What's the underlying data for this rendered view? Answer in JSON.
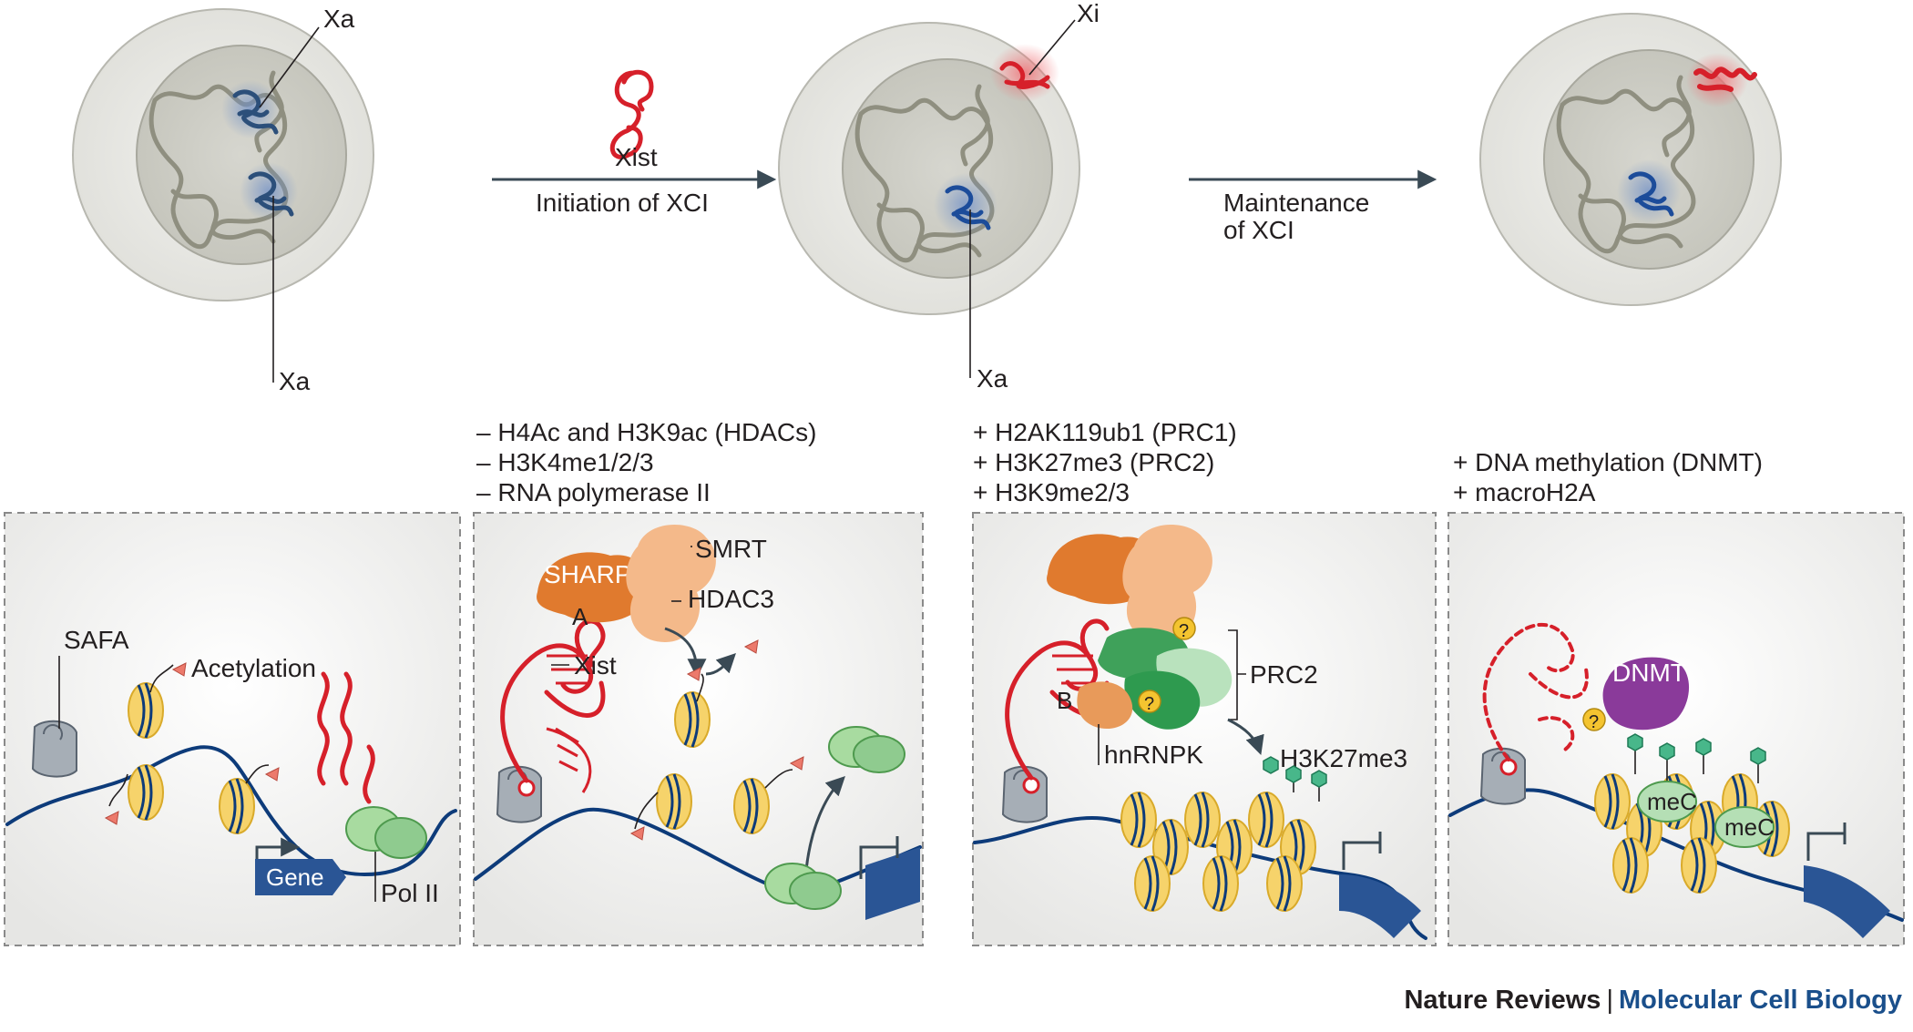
{
  "colors": {
    "active_x": "#2c4f7a",
    "inactive_x": "#d6202a",
    "dna": "#0d3b7a",
    "nucleosome": "#f6d36b",
    "polII": "#8fcb8f",
    "sharp": "#e07a2e",
    "smrt": "#f4b98a",
    "prc2": "#2e9a4f",
    "dnmt": "#8a3a9a",
    "question": "#f4c430",
    "gene": "#2a5595"
  },
  "top": {
    "cell1": {
      "xa_top": "Xa",
      "xa_bottom": "Xa"
    },
    "arrow1": {
      "xist_label": "Xist",
      "caption": "Initiation of XCI"
    },
    "cell2": {
      "xi": "Xi",
      "xa": "Xa"
    },
    "arrow2": {
      "caption_line1": "Maintenance",
      "caption_line2": "of XCI"
    }
  },
  "marks": {
    "panel2": [
      "– H4Ac and H3K9ac (HDACs)",
      "– H3K4me1/2/3",
      "– RNA polymerase II"
    ],
    "panel3": [
      "+ H2AK119ub1 (PRC1)",
      "+ H3K27me3 (PRC2)",
      "+ H3K9me2/3"
    ],
    "panel4": [
      "+ DNA methylation (DNMT)",
      "+ macroH2A"
    ]
  },
  "panel1": {
    "safa": "SAFA",
    "acetylation": "Acetylation",
    "gene": "Gene",
    "pol2": "Pol II"
  },
  "panel2": {
    "sharp": "SHARP",
    "smrt": "SMRT",
    "hdac3": "HDAC3",
    "a": "A",
    "xist": "Xist"
  },
  "panel3": {
    "prc2": "PRC2",
    "b": "B",
    "hnrnpk": "hnRNPK",
    "h3k27me3": "H3K27me3",
    "q": "?"
  },
  "panel4": {
    "dnmt": "DNMT",
    "mec1": "meC",
    "mec2": "meC",
    "q": "?"
  },
  "footer": {
    "journal": "Nature Reviews",
    "separator": "|",
    "title": "Molecular Cell Biology"
  }
}
